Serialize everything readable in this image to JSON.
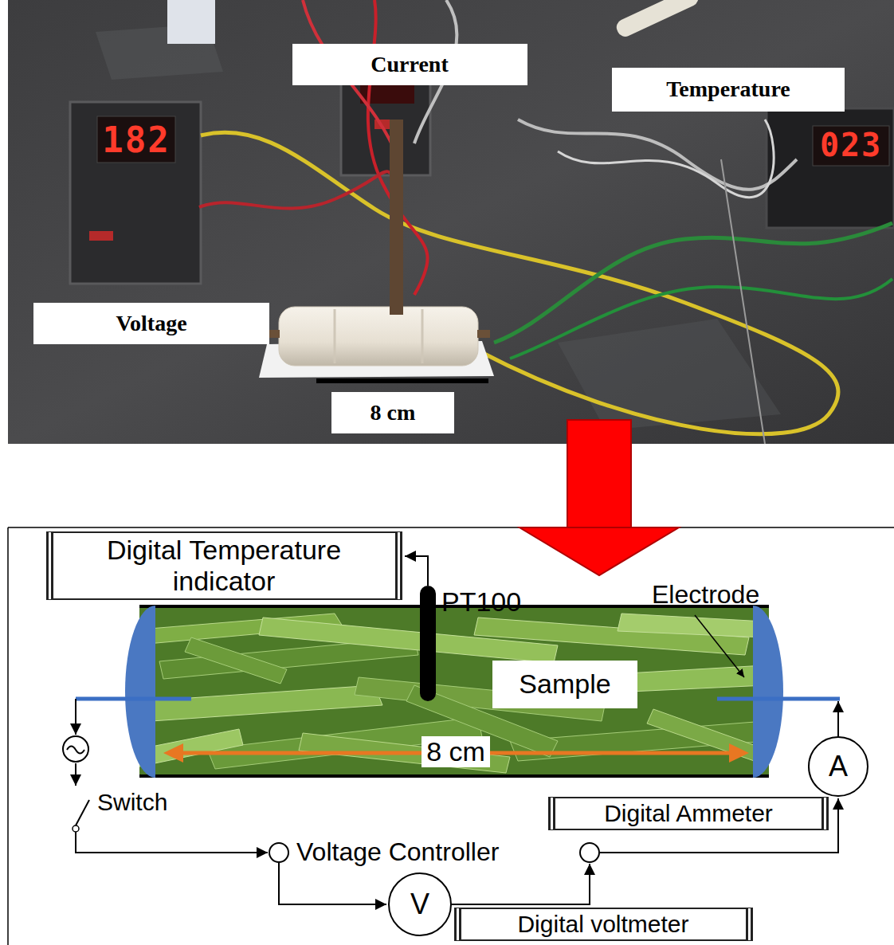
{
  "diagram": {
    "nodes": [
      {
        "text": [
          "Current"
        ]
      },
      {
        "text": [
          "Temperature"
        ]
      },
      {
        "text": [
          "Voltage"
        ]
      },
      {
        "text": [
          "8 cm"
        ]
      },
      {
        "text": [
          "Digital Temperature indicator"
        ]
      },
      {
        "text": [
          "Sample"
        ]
      },
      {
        "text": [
          "A"
        ]
      },
      {
        "text": [
          "Digital Ammeter"
        ]
      },
      {
        "text": [
          "V"
        ]
      },
      {
        "text": [
          "Digital voltmeter"
        ]
      }
    ],
    "labels": [
      "182",
      "023",
      "PT100",
      "Electrode",
      "8 cm",
      "Switch",
      "Voltage Controller"
    ]
  }
}
